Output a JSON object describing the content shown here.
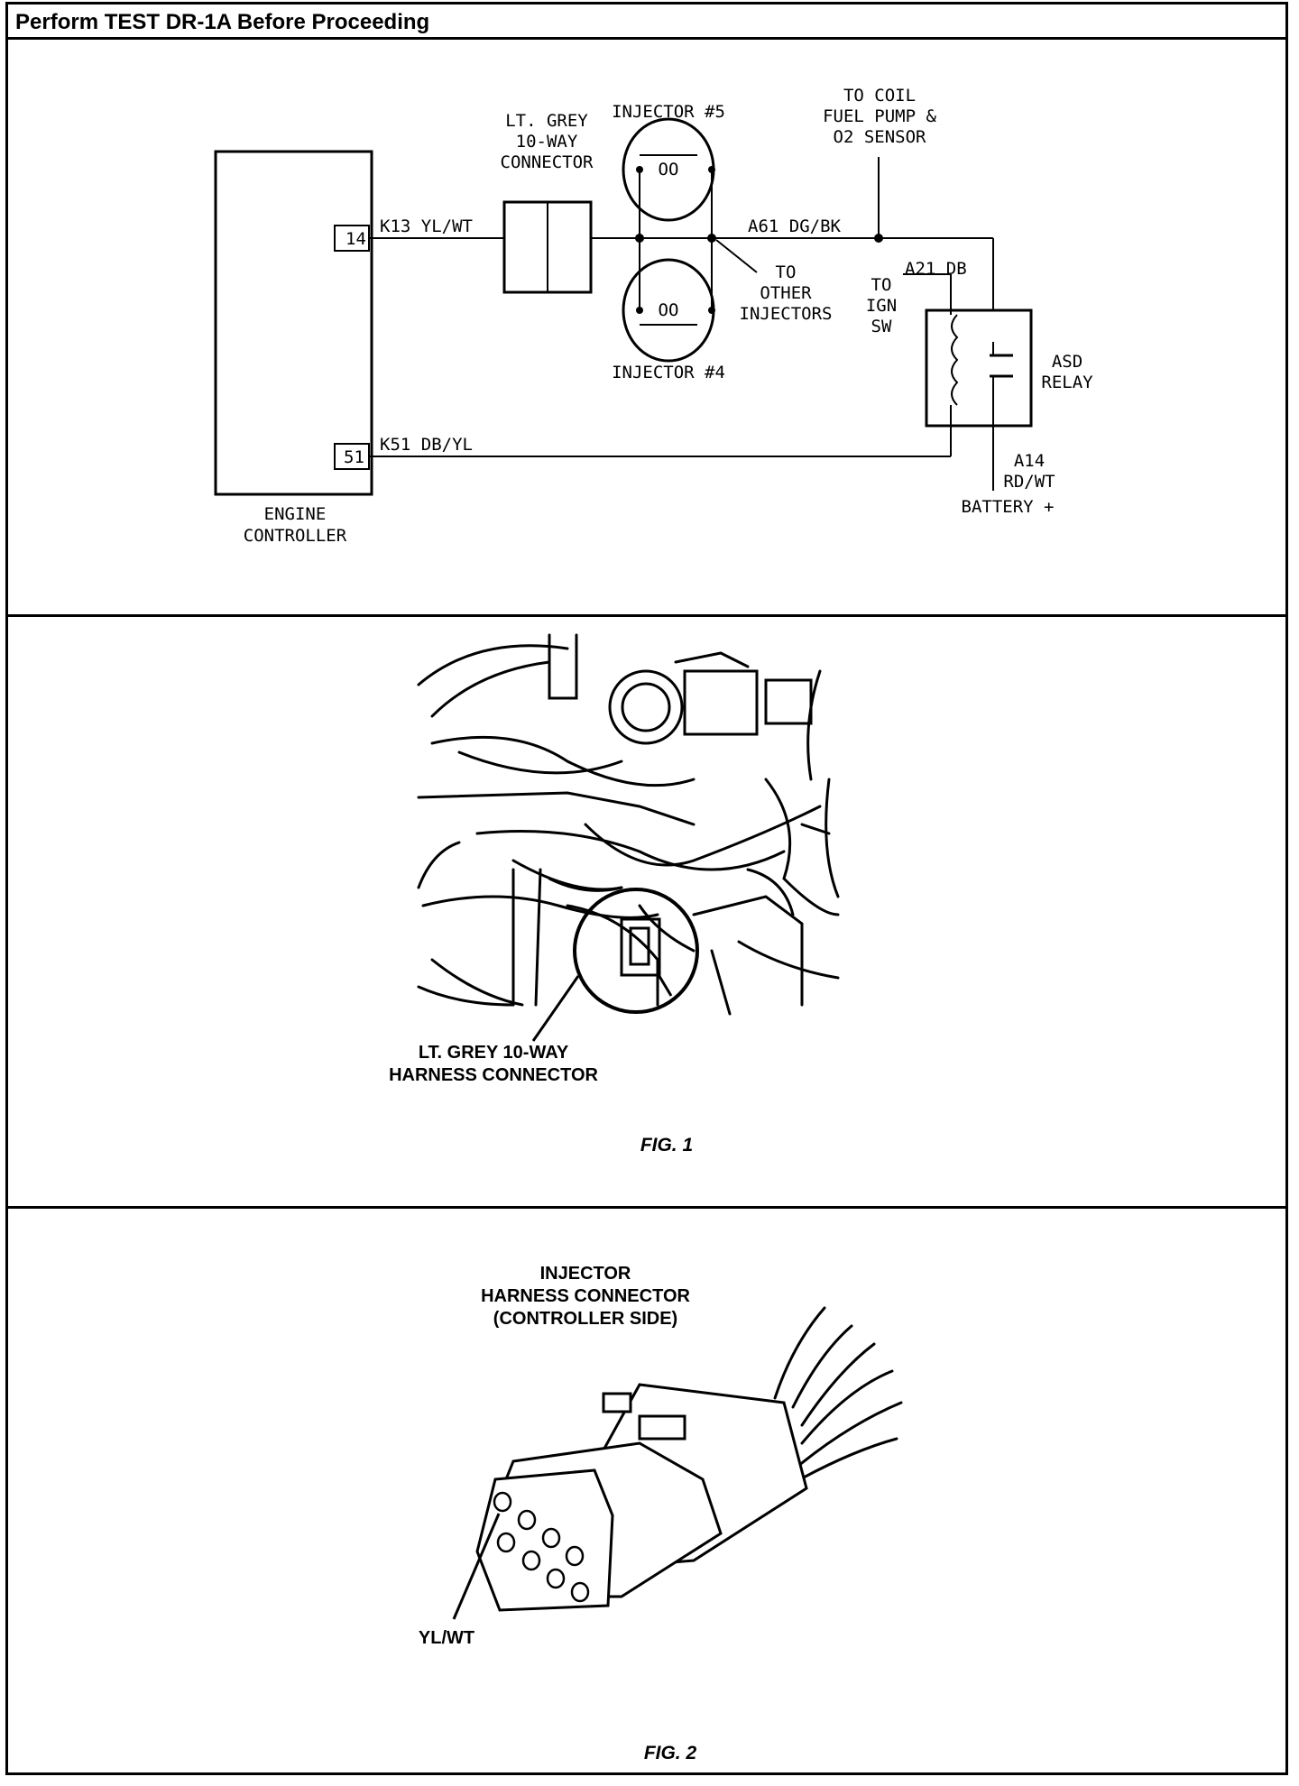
{
  "header": {
    "title": "Perform TEST DR-1A Before Proceeding"
  },
  "schematic": {
    "engine_controller": {
      "label_line1": "ENGINE",
      "label_line2": "CONTROLLER",
      "pin_a": "14",
      "pin_b": "51"
    },
    "connector": {
      "line1": "LT. GREY",
      "line2": "10-WAY",
      "line3": "CONNECTOR"
    },
    "injector_top": "INJECTOR #5",
    "injector_bottom": "INJECTOR #4",
    "coil_glyph": "OO",
    "to_coil": {
      "line1": "TO COIL",
      "line2": "FUEL PUMP &",
      "line3": "O2 SENSOR"
    },
    "to_other": {
      "line1": "TO",
      "line2": "OTHER",
      "line3": "INJECTORS"
    },
    "to_ign": {
      "line1": "TO",
      "line2": "IGN",
      "line3": "SW"
    },
    "relay": {
      "line1": "ASD",
      "line2": "RELAY"
    },
    "wires": {
      "k13": "K13 YL/WT",
      "a61": "A61 DG/BK",
      "a21": "A21 DB",
      "k51": "K51 DB/YL",
      "a14_line1": "A14",
      "a14_line2": "RD/WT"
    },
    "battery": "BATTERY +"
  },
  "figure1": {
    "callout_line1": "LT. GREY 10-WAY",
    "callout_line2": "HARNESS CONNECTOR",
    "caption": "FIG. 1"
  },
  "figure2": {
    "title_line1": "INJECTOR",
    "title_line2": "HARNESS CONNECTOR",
    "title_line3": "(CONTROLLER SIDE)",
    "callout": "YL/WT",
    "caption": "FIG. 2"
  }
}
